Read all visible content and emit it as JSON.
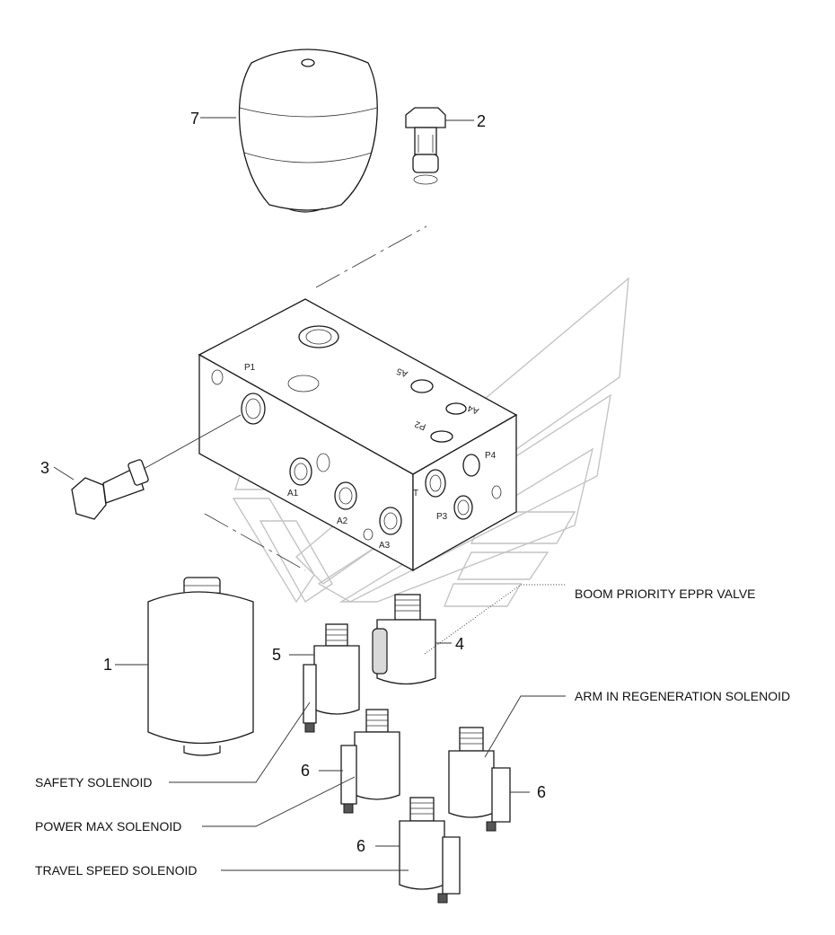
{
  "parts": {
    "p1": "1",
    "p2": "2",
    "p3": "3",
    "p4": "4",
    "p5": "5",
    "p6a": "6",
    "p6b": "6",
    "p6c": "6",
    "p7": "7"
  },
  "callouts": {
    "boom_priority": "BOOM PRIORITY EPPR VALVE",
    "arm_in_regen": "ARM IN REGENERATION SOLENOID",
    "safety": "SAFETY SOLENOID",
    "power_max": "POWER MAX SOLENOID",
    "travel_speed": "TRAVEL SPEED SOLENOID"
  },
  "ports": {
    "p1": "P1",
    "a1": "A1",
    "a2": "A2",
    "a3": "A3",
    "a4": "A4",
    "a5": "A5",
    "p2": "P2",
    "p3": "P3",
    "p4": "P4",
    "t": "T"
  }
}
